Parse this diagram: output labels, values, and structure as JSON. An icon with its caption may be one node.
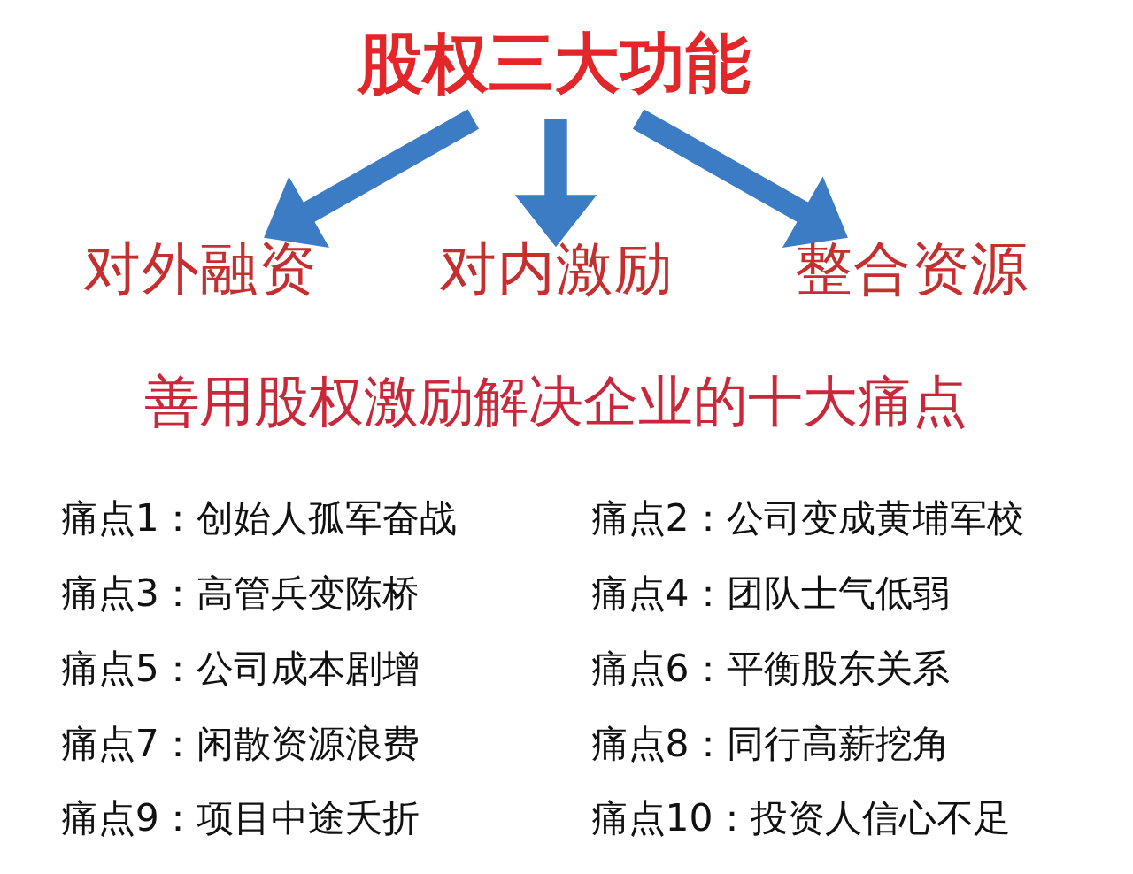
{
  "diagram": {
    "nodes": [
      {
        "text": [
          "股权三大功能"
        ]
      },
      {
        "text": [
          "对外融资"
        ]
      },
      {
        "text": [
          "对内激励"
        ]
      },
      {
        "text": [
          "整合资源"
        ]
      }
    ],
    "edges": [
      {
        "from": 0,
        "to": 1,
        "arrow": "to"
      },
      {
        "from": 0,
        "to": 2,
        "arrow": "to"
      },
      {
        "from": 0,
        "to": 3,
        "arrow": "to"
      }
    ],
    "labels": [
      "善用股权激励解决企业的十大痛点",
      "痛点1：创始人孤军奋战",
      "痛点2：公司变成黄埔军校",
      "痛点3：高管兵变陈桥",
      "痛点4：团队士气低弱",
      "痛点5：公司成本剧增",
      "痛点6：平衡股东关系",
      "痛点7：闲散资源浪费",
      "痛点8：同行高薪挖角",
      "痛点9：项目中途夭折",
      "痛点10：投资人信心不足"
    ]
  }
}
